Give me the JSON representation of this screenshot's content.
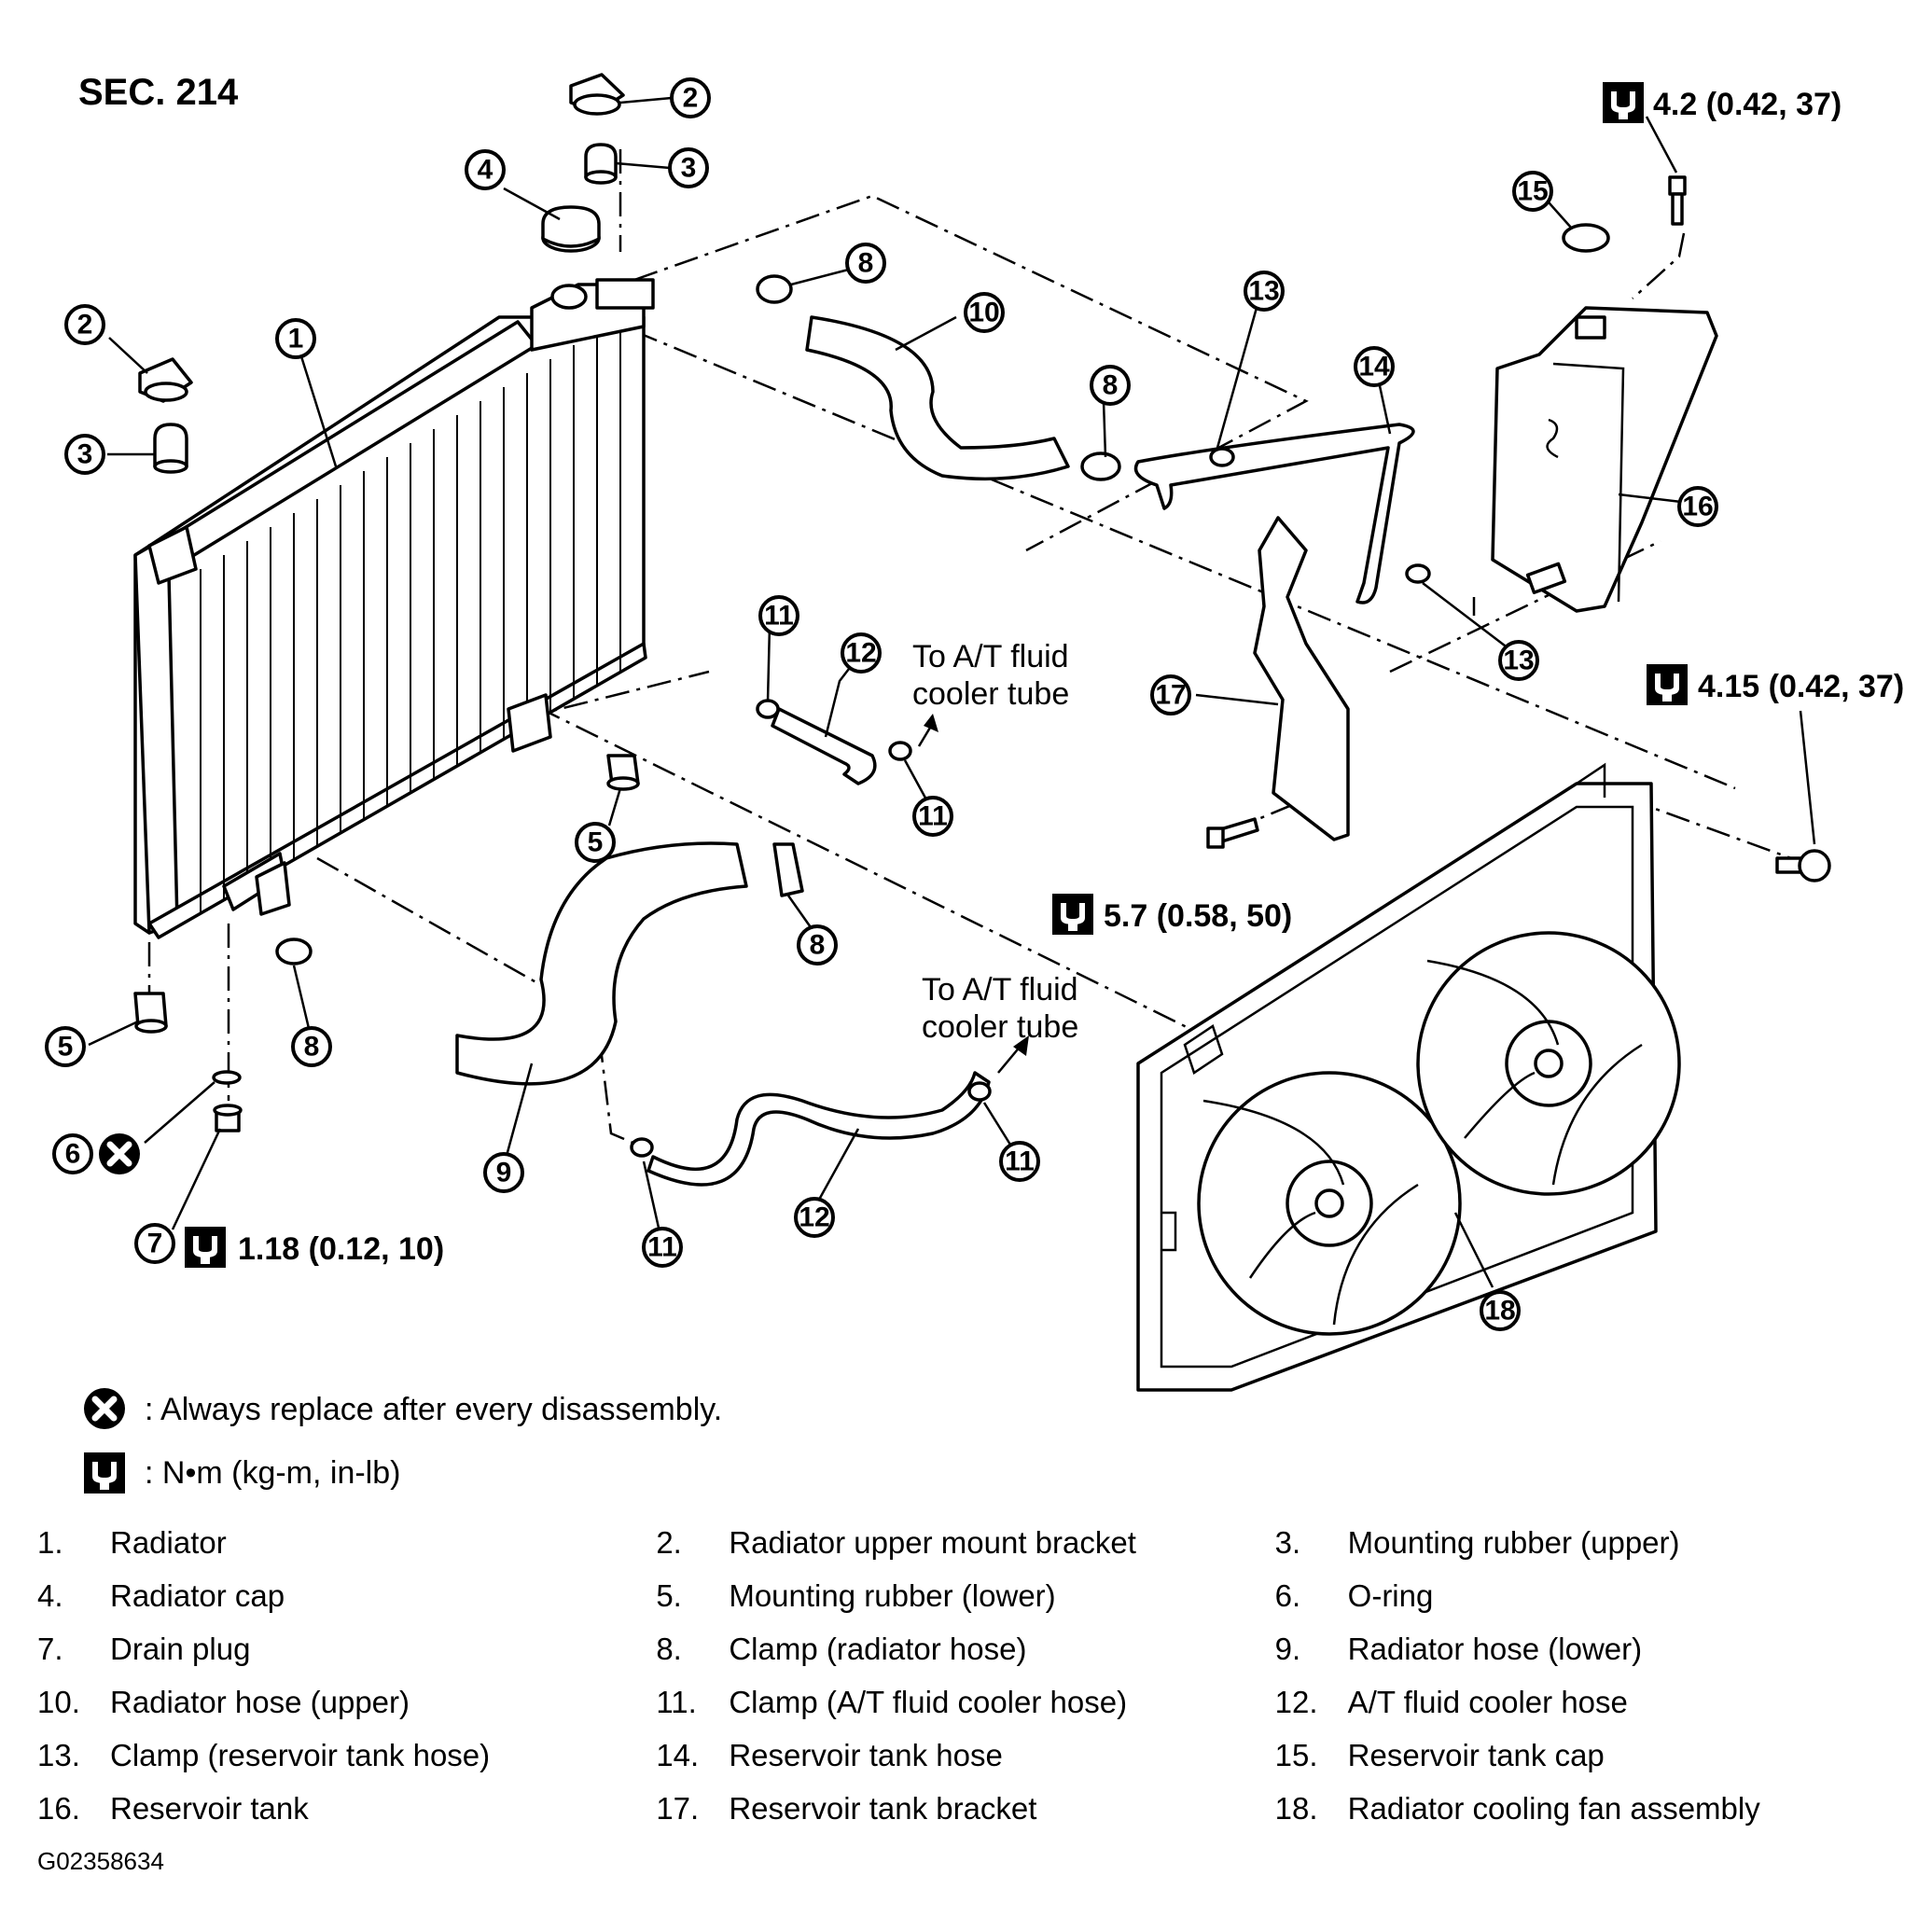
{
  "section": "SEC. 214",
  "figure_id": "G02358634",
  "torques": {
    "top_right": "4.2 (0.42, 37)",
    "fan_bolt": "4.15 (0.42, 37)",
    "bracket_bolt": "5.7 (0.58, 50)",
    "drain_plug": "1.18 (0.12, 10)"
  },
  "annotations": {
    "to_at_upper_line1": "To A/T fluid",
    "to_at_upper_line2": "cooler tube",
    "to_at_lower_line1": "To A/T fluid",
    "to_at_lower_line2": "cooler tube"
  },
  "symbols_legend": {
    "replace": ": Always replace after every disassembly.",
    "torque": ": N•m  (kg-m,  in-lb)"
  },
  "callouts": [
    "1",
    "2",
    "3",
    "4",
    "5",
    "6",
    "7",
    "8",
    "9",
    "10",
    "11",
    "12",
    "13",
    "14",
    "15",
    "16",
    "17",
    "18"
  ],
  "parts": [
    {
      "num": "1.",
      "name": "Radiator"
    },
    {
      "num": "2.",
      "name": "Radiator upper mount bracket"
    },
    {
      "num": "3.",
      "name": "Mounting rubber (upper)"
    },
    {
      "num": "4.",
      "name": "Radiator cap"
    },
    {
      "num": "5.",
      "name": "Mounting rubber (lower)"
    },
    {
      "num": "6.",
      "name": "O-ring"
    },
    {
      "num": "7.",
      "name": "Drain plug"
    },
    {
      "num": "8.",
      "name": "Clamp (radiator hose)"
    },
    {
      "num": "9.",
      "name": "Radiator hose (lower)"
    },
    {
      "num": "10.",
      "name": "Radiator hose (upper)"
    },
    {
      "num": "11.",
      "name": "Clamp (A/T fluid cooler hose)"
    },
    {
      "num": "12.",
      "name": "A/T fluid cooler hose"
    },
    {
      "num": "13.",
      "name": "Clamp (reservoir tank hose)"
    },
    {
      "num": "14.",
      "name": "Reservoir tank hose"
    },
    {
      "num": "15.",
      "name": "Reservoir tank cap"
    },
    {
      "num": "16.",
      "name": "Reservoir tank"
    },
    {
      "num": "17.",
      "name": "Reservoir tank bracket"
    },
    {
      "num": "18.",
      "name": "Radiator cooling fan assembly"
    }
  ]
}
